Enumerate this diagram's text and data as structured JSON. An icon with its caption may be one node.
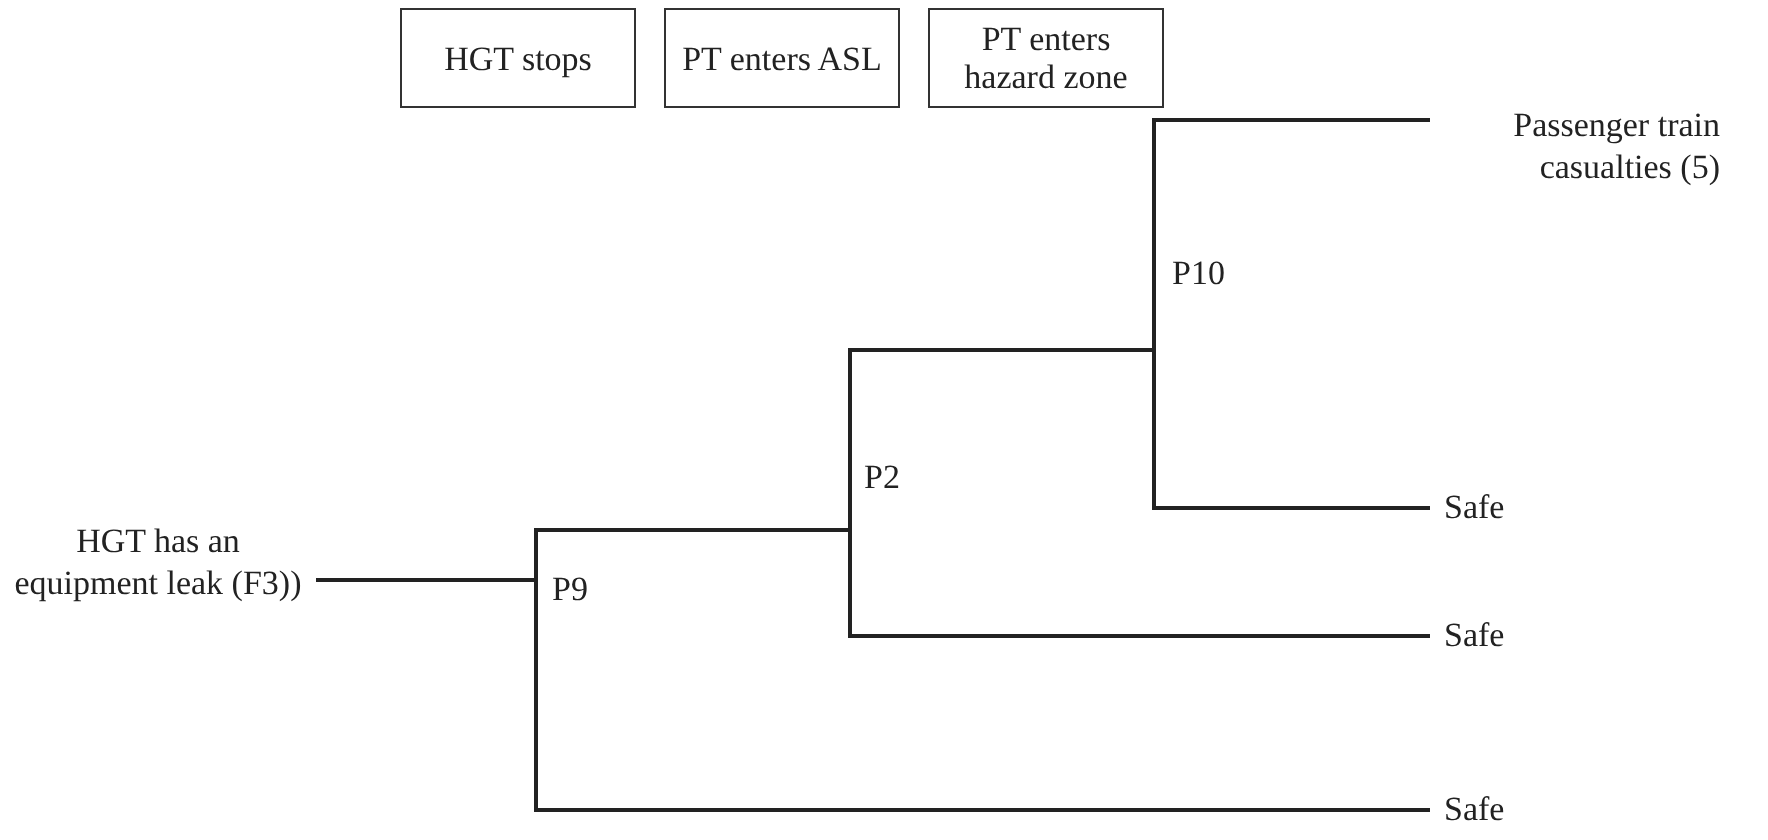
{
  "diagram": {
    "nodes": [
      {
        "text": [
          "HGT stops"
        ]
      },
      {
        "text": [
          "PT enters ASL"
        ]
      },
      {
        "text": [
          "PT enters hazard zone"
        ]
      },
      {
        "text": [
          "HGT has an equipment leak (F3))"
        ]
      },
      {
        "text": [
          "P9"
        ]
      },
      {
        "text": [
          "P2"
        ]
      },
      {
        "text": [
          "P10"
        ]
      },
      {
        "text": [
          "Passenger train casualties (5)"
        ]
      },
      {
        "text": [
          "Safe"
        ]
      },
      {
        "text": [
          "Safe"
        ]
      },
      {
        "text": [
          "Safe"
        ]
      }
    ],
    "edges": [
      {
        "from": 3,
        "to": 4,
        "arrow": "none"
      },
      {
        "from": 4,
        "to": 5,
        "arrow": "none"
      },
      {
        "from": 4,
        "to": 10,
        "arrow": "none"
      },
      {
        "from": 5,
        "to": 6,
        "arrow": "none"
      },
      {
        "from": 5,
        "to": 9,
        "arrow": "none"
      },
      {
        "from": 6,
        "to": 7,
        "arrow": "none"
      },
      {
        "from": 6,
        "to": 8,
        "arrow": "none"
      }
    ]
  }
}
